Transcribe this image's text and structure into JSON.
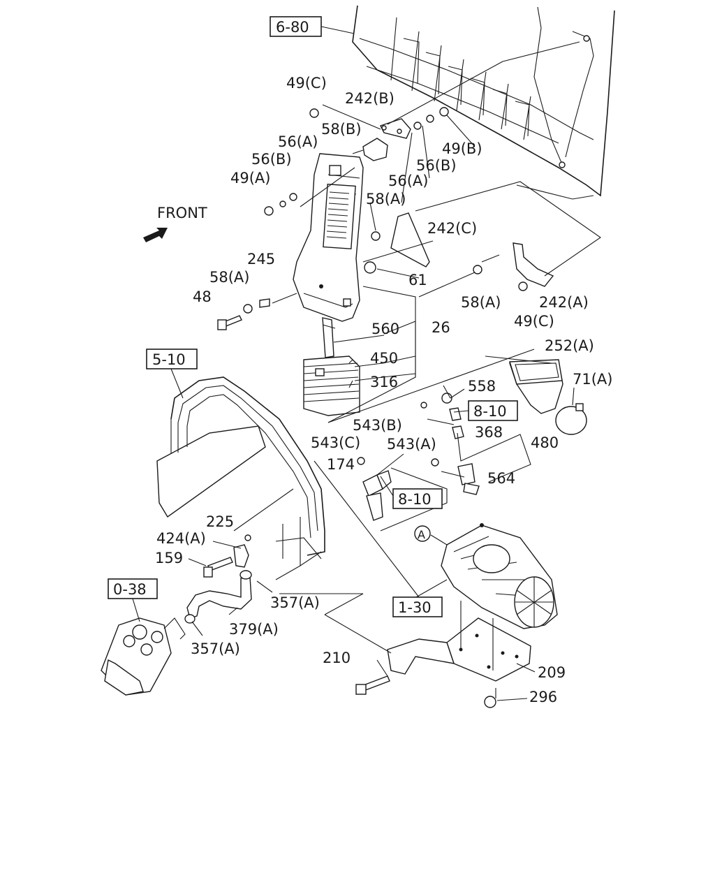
{
  "direction": {
    "label": "FRONT"
  },
  "ref_boxes": [
    {
      "id": "ref-6-80",
      "label": "6-80"
    },
    {
      "id": "ref-5-10",
      "label": "5-10"
    },
    {
      "id": "ref-8-10-a",
      "label": "8-10"
    },
    {
      "id": "ref-8-10-b",
      "label": "8-10"
    },
    {
      "id": "ref-0-38",
      "label": "0-38"
    },
    {
      "id": "ref-1-30",
      "label": "1-30"
    }
  ],
  "circle_marker": {
    "label": "A"
  },
  "callouts": [
    "49(C)",
    "242(B)",
    "58(B)",
    "56(A)",
    "56(B)",
    "49(A)",
    "56(A)",
    "56(B)",
    "49(B)",
    "58(A)",
    "242(C)",
    "245",
    "58(A)",
    "48",
    "61",
    "58(A)",
    "242(A)",
    "49(C)",
    "560",
    "26",
    "450",
    "316",
    "252(A)",
    "71(A)",
    "558",
    "543(B)",
    "368",
    "543(C)",
    "543(A)",
    "480",
    "174",
    "564",
    "225",
    "424(A)",
    "159",
    "357(A)",
    "379(A)",
    "357(A)",
    "210",
    "209",
    "296"
  ]
}
